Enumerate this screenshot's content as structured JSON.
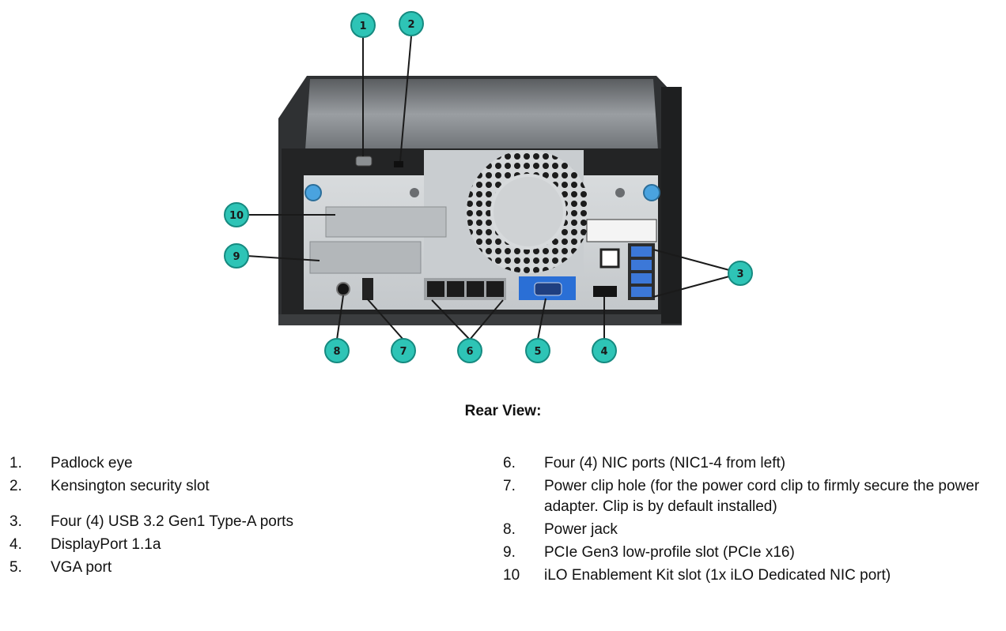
{
  "figure": {
    "callouts": [
      "1",
      "2",
      "3",
      "4",
      "5",
      "6",
      "7",
      "8",
      "9",
      "10"
    ],
    "colors": {
      "callout_fill": "#2ec4b6",
      "chassis": "#2b2b2b",
      "panel": "#cfd3d6",
      "vga_highlight": "#2a6fd6",
      "usb_blue": "#3c78d8"
    }
  },
  "caption": "Rear View:",
  "legend": {
    "left": [
      {
        "num": "1.",
        "text": "Padlock eye"
      },
      {
        "num": "2.",
        "text": "Kensington security slot"
      },
      {
        "num": "3.",
        "text": "Four (4) USB 3.2 Gen1 Type-A ports"
      },
      {
        "num": "4.",
        "text": "DisplayPort 1.1a"
      },
      {
        "num": "5.",
        "text": "VGA port"
      }
    ],
    "right": [
      {
        "num": "6.",
        "text": "Four (4) NIC ports (NIC1-4 from left)"
      },
      {
        "num": "7.",
        "text": "Power clip hole (for the power cord clip to firmly secure the power adapter. Clip is by default installed)"
      },
      {
        "num": "8.",
        "text": "Power jack"
      },
      {
        "num": "9.",
        "text": "PCIe Gen3 low-profile slot (PCIe x16)"
      },
      {
        "num": "10",
        "text": "iLO Enablement Kit slot (1x iLO Dedicated NIC port)"
      }
    ]
  }
}
